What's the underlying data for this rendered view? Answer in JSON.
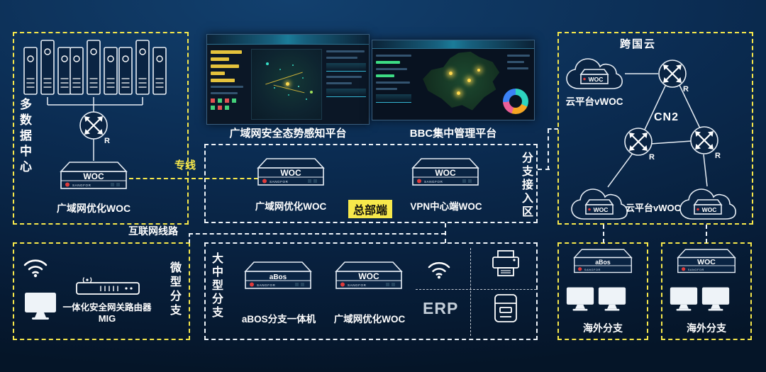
{
  "brand": "SANGFOR",
  "router_label": "R",
  "colors": {
    "accent_yellow": "#f7e84b",
    "logo_red": "#e03b3b",
    "line_white": "#eef3f8",
    "background_navy": "#0b2c52"
  },
  "left_datacenter": {
    "side_label": "多数据中心",
    "caption": "广域网优化WOC",
    "device_label": "WOC"
  },
  "dashboards": {
    "left_caption": "广域网安全态势感知平台",
    "right_caption": "BBC集中管理平台"
  },
  "hq": {
    "line_label": "专线",
    "internet_label": "互联网线路",
    "badge": "总部端",
    "woc1_caption": "广域网优化WOC",
    "woc2_caption": "VPN中心端WOC",
    "device_label": "WOC",
    "side_label": "分支接入区"
  },
  "cloud_zone": {
    "title": "跨国云",
    "cn2": "CN2",
    "cloud_top_caption": "云平台vWOC",
    "cloud_bottom_caption": "云平台vWOC",
    "cloud_device_label": "WOC"
  },
  "micro_branch": {
    "caption_line1": "一体化安全网关路由器",
    "caption_line2": "MIG",
    "side_label": "微型分支"
  },
  "mid_branch": {
    "side_label": "大中型分支",
    "abos_caption": "aBOS分支一体机",
    "woc_caption": "广域网优化WOC",
    "abos_device_label": "aBos",
    "woc_device_label": "WOC",
    "erp": "ERP"
  },
  "overseas": {
    "branch1_caption": "海外分支",
    "branch2_caption": "海外分支",
    "abos_device_label": "aBos",
    "woc_device_label": "WOC"
  }
}
